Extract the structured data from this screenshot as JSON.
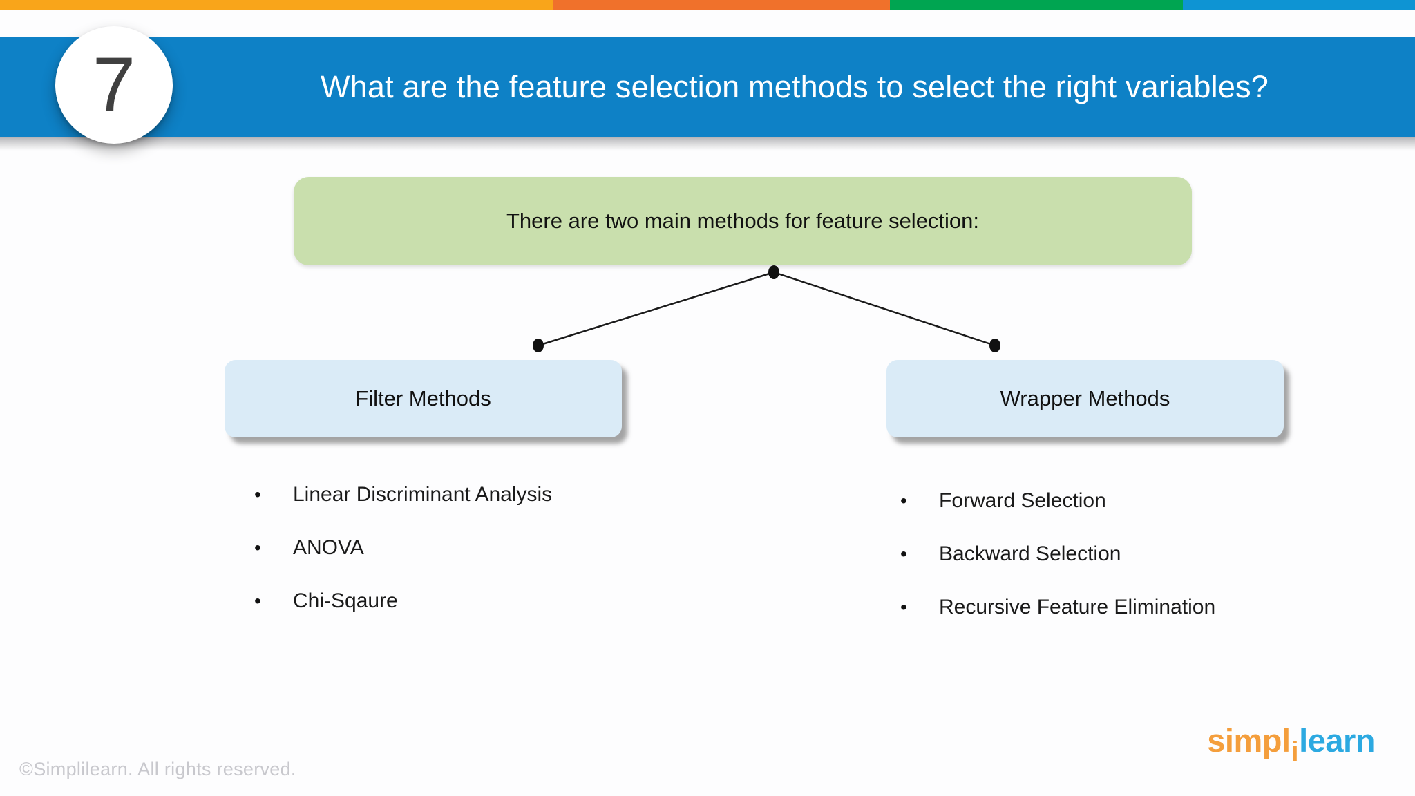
{
  "strip": {
    "colors": [
      "#f9a51a",
      "#f0712b",
      "#00a551",
      "#0e94d3"
    ]
  },
  "header": {
    "bar_color": "#0e81c6",
    "slide_number": "7",
    "title": "What are the feature selection methods to select the right variables?"
  },
  "diagram": {
    "root": {
      "text": "There are two main methods for feature selection:",
      "bg_color": "#c9dfad"
    },
    "branch_bg_color": "#daebf7",
    "bullet_glyph": "•",
    "branches": [
      {
        "label": "Filter Methods",
        "items": [
          "Linear Discriminant Analysis",
          "ANOVA",
          "Chi-Sqaure"
        ]
      },
      {
        "label": "Wrapper Methods",
        "items": [
          "Forward Selection",
          "Backward Selection",
          "Recursive Feature Elimination"
        ]
      }
    ]
  },
  "footer": {
    "copyright": "©Simplilearn. All rights reserved.",
    "logo": {
      "part_orange": "simpl",
      "part_i": "i",
      "part_blue": "learn",
      "orange_color": "#f49e3c",
      "blue_color": "#2ca9e1"
    }
  }
}
